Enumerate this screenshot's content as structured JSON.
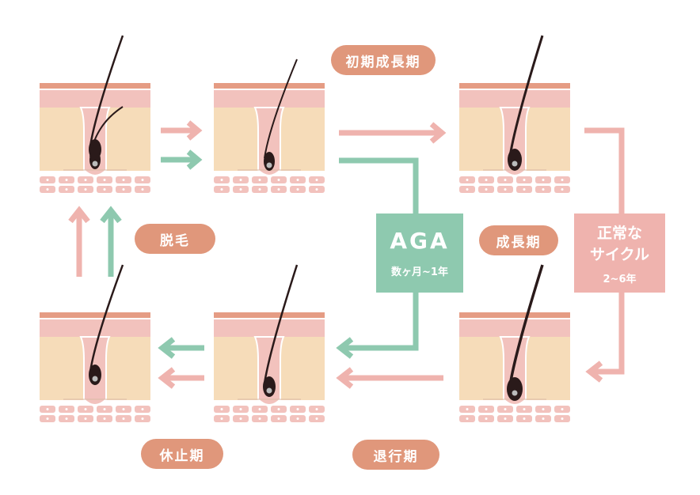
{
  "labels": {
    "early_anagen": "初期成長期",
    "anagen": "成長期",
    "catagen": "退行期",
    "telogen": "休止期",
    "shedding": "脱毛"
  },
  "aga_box": {
    "title": "AGA",
    "duration": "数ヶ月~1年"
  },
  "normal_box": {
    "line1": "正常な",
    "line2": "サイクル",
    "duration": "2~6年"
  },
  "colors": {
    "pill": "#e0977b",
    "aga": "#8ec9af",
    "normal": "#efb3ae",
    "skin": "#f6dcb9",
    "hair": "#2a1a1a"
  }
}
